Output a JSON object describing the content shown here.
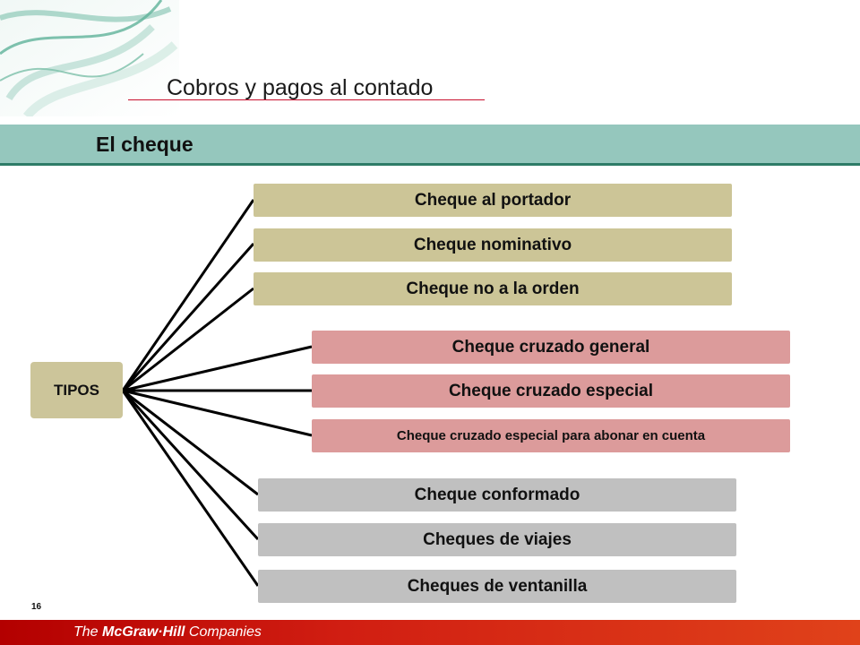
{
  "header": {
    "title": "Cobros y pagos al contado"
  },
  "section": {
    "title": "El cheque"
  },
  "diagram": {
    "root": "TIPOS",
    "groups": [
      {
        "color": "#ccc597",
        "items": [
          "Cheque al portador",
          "Cheque nominativo",
          "Cheque no a la orden"
        ]
      },
      {
        "color": "#dc9b9b",
        "items": [
          "Cheque cruzado general",
          "Cheque cruzado especial",
          "Cheque cruzado especial para abonar en cuenta"
        ]
      },
      {
        "color": "#c0c0c0",
        "items": [
          "Cheque conformado",
          "Cheques de viajes",
          "Cheques de ventanilla"
        ]
      }
    ]
  },
  "footer": {
    "page_number": "16",
    "brand_prefix": "The ",
    "brand_name": "McGraw·Hill",
    "brand_suffix": " Companies"
  },
  "colors": {
    "band": "#95c7bd",
    "band_border": "#2e7b67",
    "accent_line": "#c8102e",
    "footer": "#d11e12"
  }
}
